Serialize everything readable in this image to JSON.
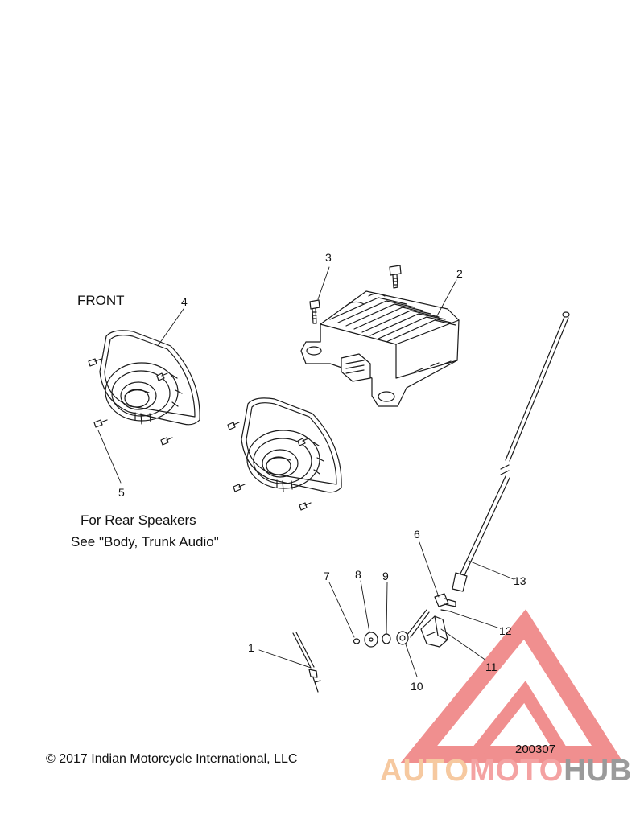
{
  "labels": {
    "front": "FRONT",
    "rear_note_line1": "For Rear Speakers",
    "rear_note_line2": "See \"Body, Trunk Audio\"",
    "copyright": "© 2017 Indian Motorcycle International, LLC",
    "diagram_number": "200307"
  },
  "callouts": [
    "1",
    "2",
    "3",
    "4",
    "5",
    "6",
    "7",
    "8",
    "9",
    "10",
    "11",
    "12",
    "13"
  ],
  "watermark": {
    "part1": "AUTO",
    "part2": "MOTO",
    "part3": "HUB",
    "colors": {
      "triangle": "#f08f8f",
      "auto": "#f6c9a0",
      "moto": "#f4a2a2",
      "hub": "#9a9a9a"
    }
  },
  "colors": {
    "line": "#1a1a1a",
    "background": "#ffffff"
  }
}
